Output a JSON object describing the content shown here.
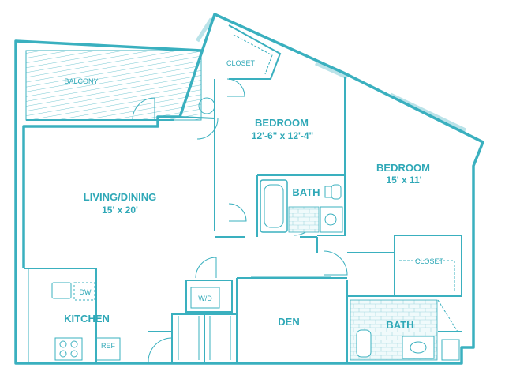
{
  "rooms": {
    "balcony": "BALCONY",
    "living_dining": "LIVING/DINING",
    "living_dining_dim": "15' x 20'",
    "kitchen": "KITCHEN",
    "dw": "DW",
    "ref": "REF",
    "wd": "W/D",
    "den": "DEN",
    "closet_1": "CLOSET",
    "bedroom_1": "BEDROOM",
    "bedroom_1_dim": "12'-6\" x 12'-4\"",
    "bath_1": "BATH",
    "bedroom_2": "BEDROOM",
    "bedroom_2_dim": "15' x 11'",
    "closet_2": "CLOSET",
    "bath_2": "BATH"
  },
  "colors": {
    "line": "#3ab0bf",
    "text": "#2fa8b7",
    "fill": "#e4f5f8"
  }
}
